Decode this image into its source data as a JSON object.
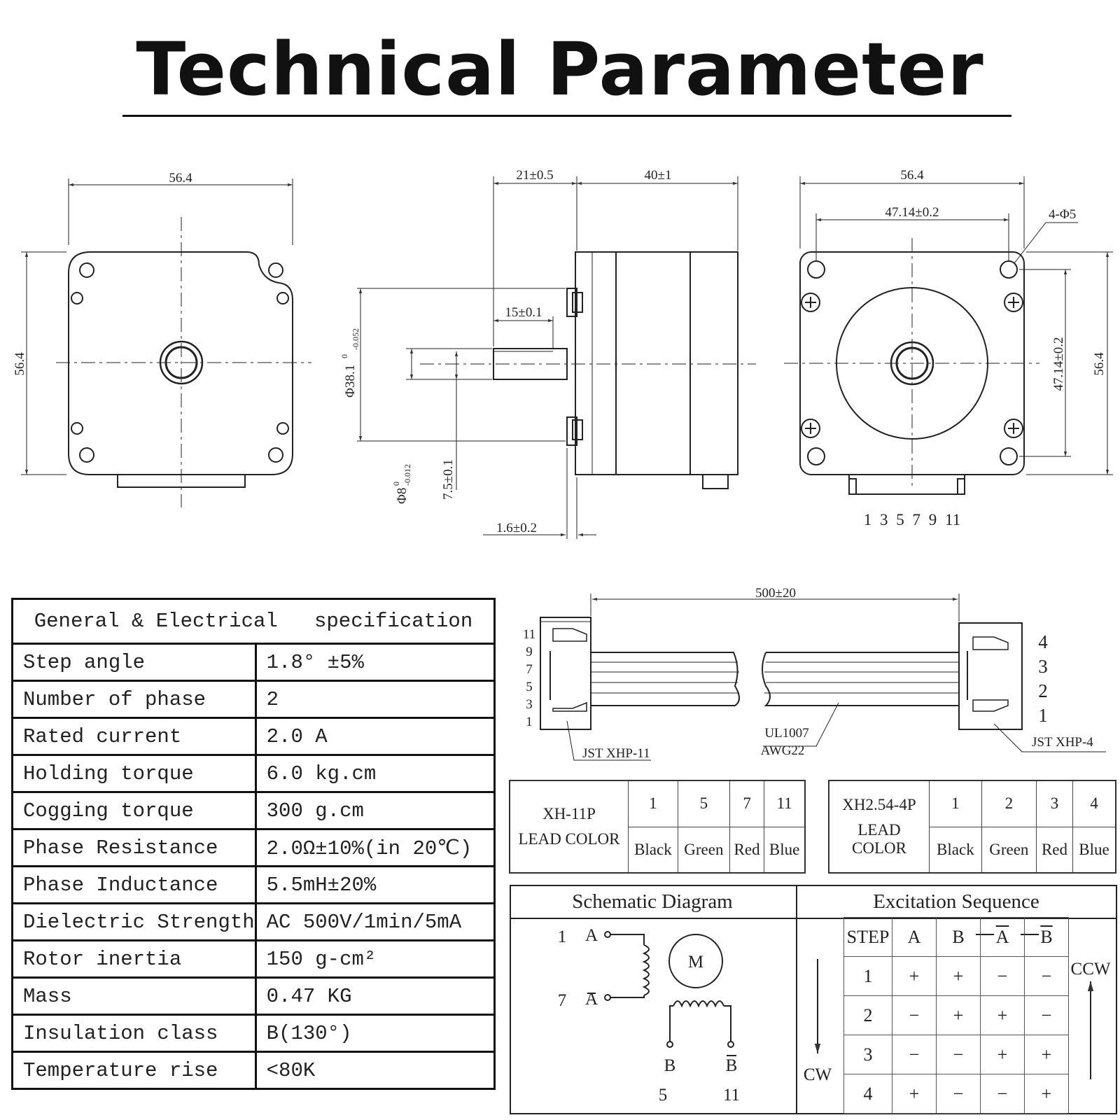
{
  "title": "Technical Parameter",
  "drawing": {
    "front": {
      "width": "56.4",
      "height": "56.4"
    },
    "side": {
      "body_len": "40±1",
      "shaft_len": "21±0.5",
      "flat_len": "15±0.1",
      "pilot_dia": "Φ38.1",
      "pilot_tol_upper": "0",
      "pilot_tol_lower": "-0.052",
      "shaft_dia": "Φ8",
      "shaft_tol_upper": "0",
      "shaft_tol_lower": "-0.012",
      "flat": "7.5±0.1",
      "pilot_depth": "1.6±0.2"
    },
    "rear": {
      "width": "56.4",
      "height": "56.4",
      "hole_spacing_h": "47.14±0.2",
      "hole_spacing_v": "47.14±0.2",
      "holes": "4-Φ5",
      "pin_numbers": "1 3 5 7 9 11"
    }
  },
  "cable": {
    "length": "500±20",
    "left_pins": [
      "11",
      "9",
      "7",
      "5",
      "3",
      "1"
    ],
    "right_pins": [
      "4",
      "3",
      "2",
      "1"
    ],
    "left_connector": "JST XHP-11",
    "right_connector": "JST XHP-4",
    "wire_type": "UL1007",
    "wire_gauge": "AWG22"
  },
  "spec": {
    "header": "General & Electrical   specification",
    "rows": [
      {
        "k": "Step angle",
        "v": "1.8° ±5%"
      },
      {
        "k": "Number of phase",
        "v": "2"
      },
      {
        "k": "Rated current",
        "v": "2.0 A"
      },
      {
        "k": "Holding torque",
        "v": "6.0 kg.cm"
      },
      {
        "k": "Cogging torque",
        "v": "300 g.cm"
      },
      {
        "k": "Phase Resistance",
        "v": "2.0Ω±10%(in 20℃)"
      },
      {
        "k": "Phase Inductance",
        "v": "5.5mH±20%"
      },
      {
        "k": "Dielectric Strength",
        "v": "AC 500V/1min/5mA"
      },
      {
        "k": "Rotor inertia",
        "v": "150 g-cm²"
      },
      {
        "k": "Mass",
        "v": "0.47 KG"
      },
      {
        "k": "Insulation class",
        "v": "B(130°)"
      },
      {
        "k": "Temperature rise",
        "v": "<80K"
      }
    ]
  },
  "lead11": {
    "name": "XH-11P",
    "sub": "LEAD COLOR",
    "pins": [
      "1",
      "5",
      "7",
      "11"
    ],
    "colors": [
      "Black",
      "Green",
      "Red",
      "Blue"
    ]
  },
  "lead4": {
    "name": "XH2.54-4P",
    "sub": "LEAD COLOR",
    "pins": [
      "1",
      "2",
      "3",
      "4"
    ],
    "colors": [
      "Black",
      "Green",
      "Red",
      "Blue"
    ]
  },
  "schematic": {
    "title": "Schematic Diagram",
    "motor": "M",
    "a": "A",
    "a_bar": "A",
    "b": "B",
    "b_bar": "B",
    "pin_a": "1",
    "pin_a_bar": "7",
    "pin_b": "5",
    "pin_b_bar": "11"
  },
  "excitation": {
    "title": "Excitation Sequence",
    "headers": [
      "STEP",
      "A",
      "B",
      "A",
      "B"
    ],
    "rows": [
      [
        "1",
        "+",
        "+",
        "−",
        "−"
      ],
      [
        "2",
        "−",
        "+",
        "+",
        "−"
      ],
      [
        "3",
        "−",
        "−",
        "+",
        "+"
      ],
      [
        "4",
        "+",
        "−",
        "−",
        "+"
      ]
    ],
    "ccw": "CCW",
    "cw": "CW"
  }
}
